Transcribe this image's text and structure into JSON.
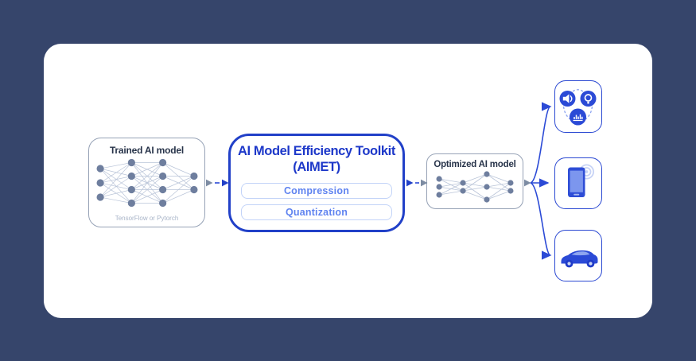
{
  "colors": {
    "background": "#36456B",
    "card": "#FFFFFF",
    "aimet_blue": "#2140C8",
    "accent_blue": "#2B4AD6",
    "light_blue": "#5F83F0",
    "pill_border": "#C2D3F8",
    "gray_border": "#96A2B6",
    "gray_arrow": "#7D8CA3",
    "node_slate": "#6E7E9E",
    "edge_light": "#B9C4D8"
  },
  "trained_model": {
    "title": "Trained AI model",
    "subtitle": "TensorFlow or Pytorch",
    "network": {
      "layers": [
        {
          "nodes": 3,
          "gap": 18
        },
        {
          "nodes": 4,
          "gap": 17
        },
        {
          "nodes": 4,
          "gap": 17
        },
        {
          "nodes": 2,
          "gap": 17
        }
      ],
      "node_radius": 4.6,
      "node_color": "#6E7E9E",
      "edge_color": "#B9C4D8",
      "edge_width": 0.7
    }
  },
  "aimet": {
    "title_line1": "AI Model Efficiency Toolkit",
    "title_line2": "(AIMET)",
    "buttons": [
      {
        "label": "Compression"
      },
      {
        "label": "Quantization"
      }
    ]
  },
  "optimized_model": {
    "title": "Optimized AI model",
    "network": {
      "layers": [
        {
          "nodes": 3,
          "gap": 10
        },
        {
          "nodes": 2,
          "gap": 10
        },
        {
          "nodes": 3,
          "gap": 16
        },
        {
          "nodes": 2,
          "gap": 10
        }
      ],
      "node_radius": 3.6,
      "node_color": "#6E7E9E",
      "edge_color": "#B9C4D8",
      "edge_width": 0.8
    }
  },
  "targets": [
    {
      "name": "iot-multimedia",
      "icons": [
        "speaker-icon",
        "camera-lens-icon",
        "histogram-icon"
      ]
    },
    {
      "name": "smartphone",
      "icons": [
        "smartphone-icon",
        "wireless-signal-icon"
      ]
    },
    {
      "name": "car",
      "icons": [
        "car-icon"
      ]
    }
  ]
}
